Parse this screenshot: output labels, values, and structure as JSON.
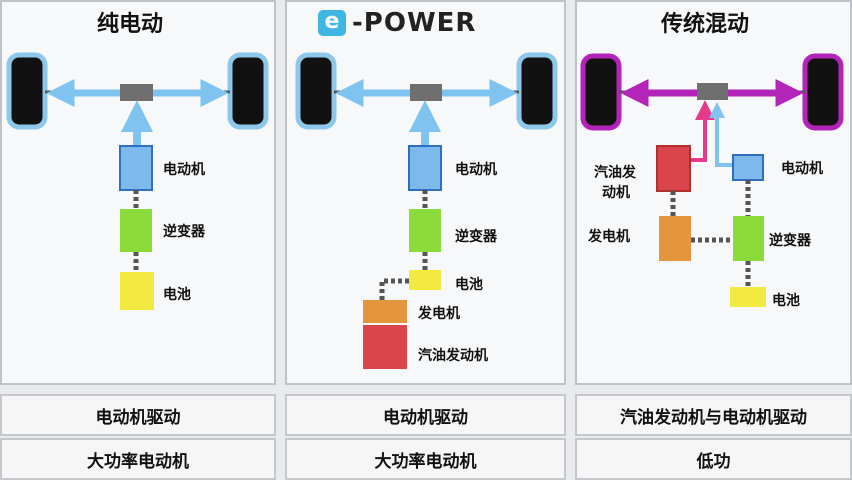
{
  "panels": [
    {
      "title": "纯电动",
      "labels": {
        "motor": "电动机",
        "inverter": "逆变器",
        "battery": "电池"
      },
      "rows": [
        "电动机驱动",
        "大功率电动机"
      ]
    },
    {
      "logo": {
        "mark": "e",
        "text": "-POWER"
      },
      "labels": {
        "motor": "电动机",
        "inverter": "逆变器",
        "battery": "电池",
        "generator": "发电机",
        "engine": "汽油发动机"
      },
      "rows": [
        "电动机驱动",
        "大功率电动机"
      ]
    },
    {
      "title": "传统混动",
      "labels": {
        "engine_line1": "汽油发",
        "engine_line2": "动机",
        "motor": "电动机",
        "generator": "发电机",
        "inverter": "逆变器",
        "battery": "电池"
      },
      "rows": [
        "汽油发动机与电动机驱动",
        "低功"
      ]
    }
  ],
  "colors": {
    "motor": "#7db9ea",
    "inverter": "#8bdc3a",
    "battery": "#f2ea40",
    "generator": "#e4963c",
    "engine": "#d9454a",
    "electric_flow": "#7fc4f0",
    "engine_flow": "#b325b8",
    "engine_link": "#e53a8b"
  }
}
